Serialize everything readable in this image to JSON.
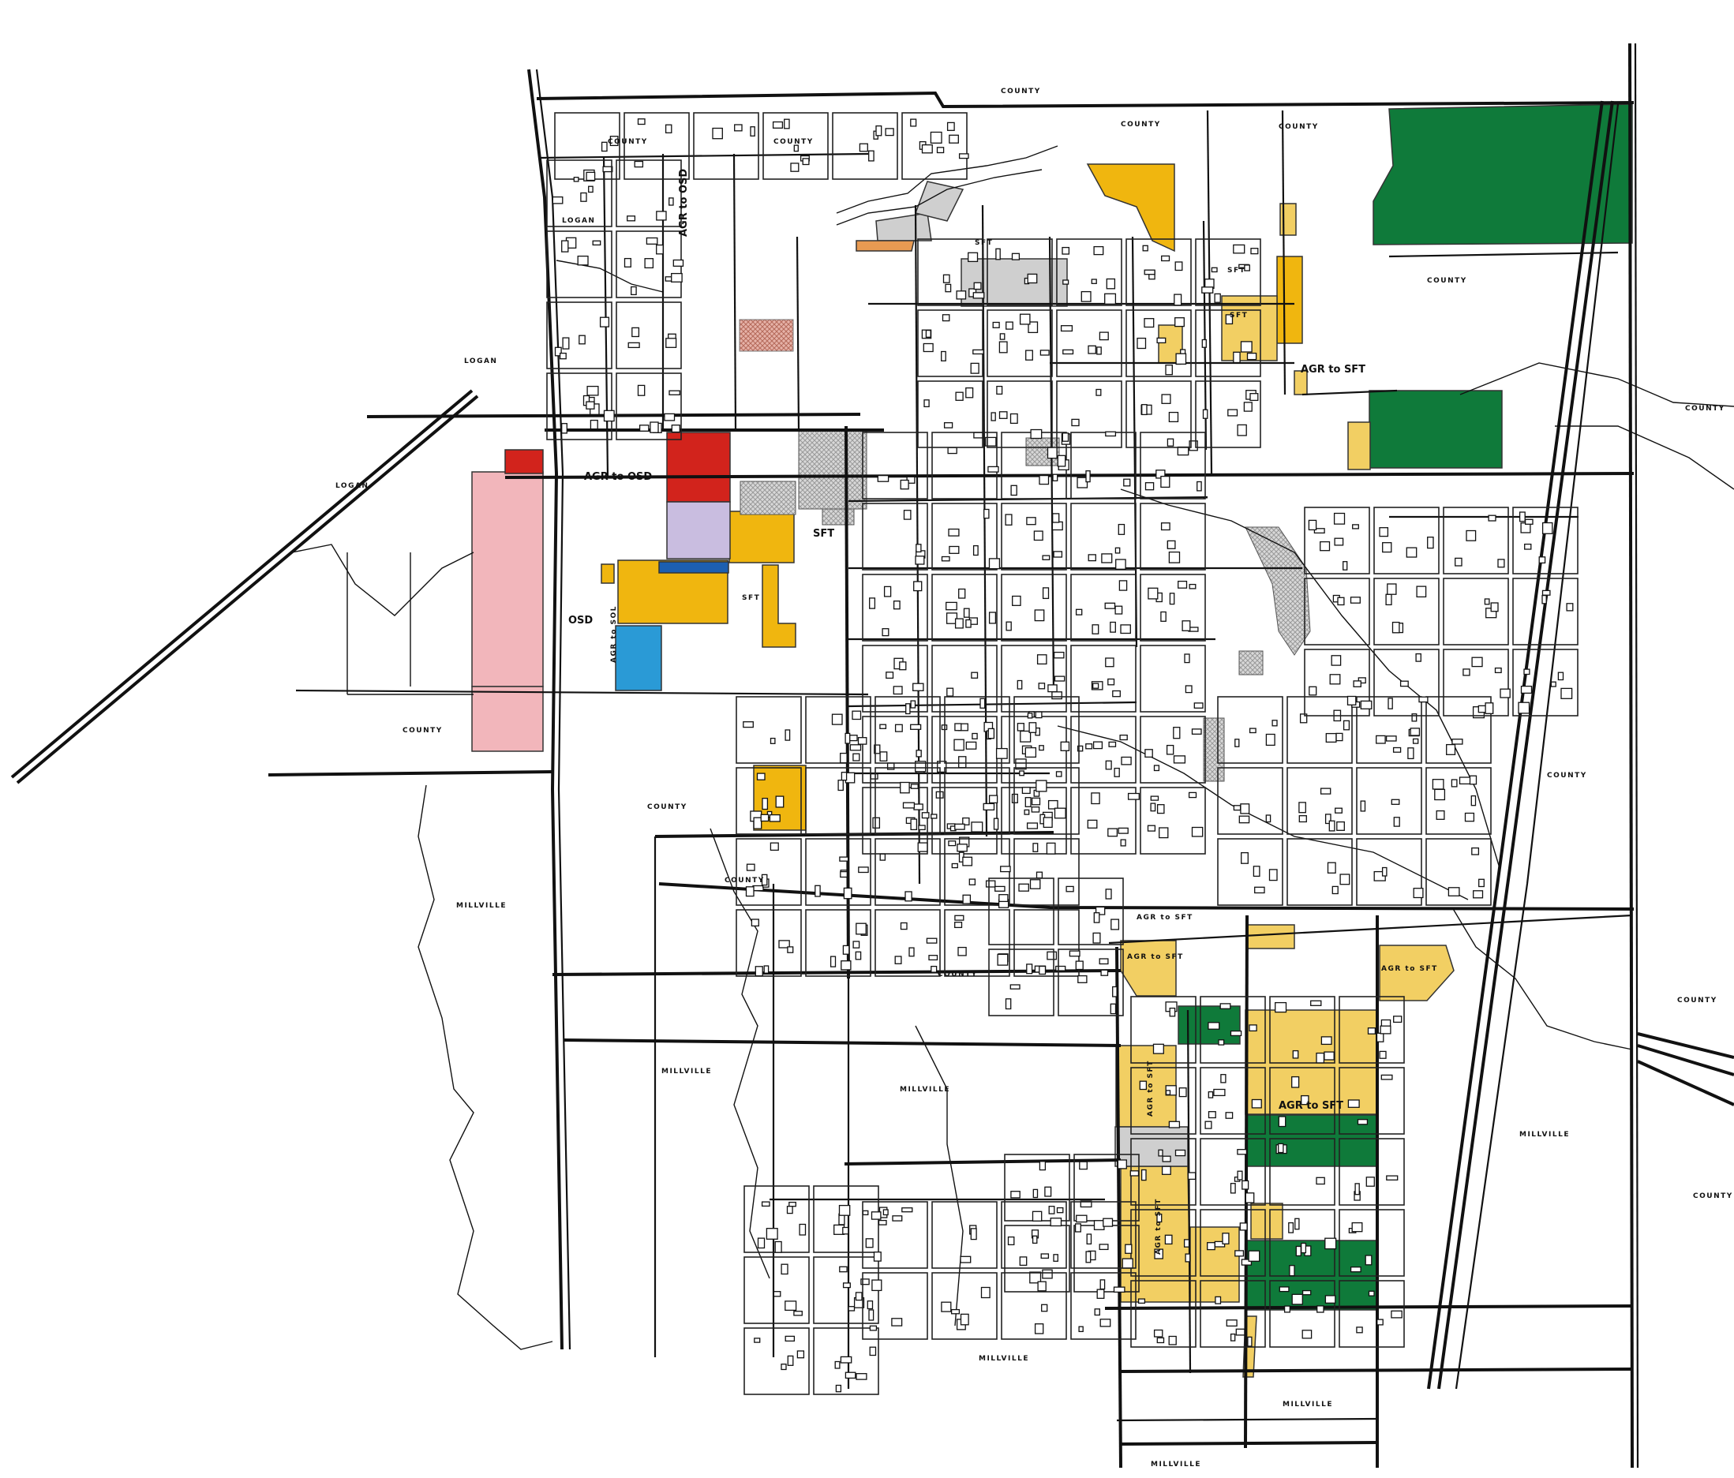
{
  "colors": {
    "green": "#0f7a3a",
    "yellow": "#f0b60f",
    "light_yellow": "#f2cf63",
    "pink": "#f2b6bb",
    "red": "#d2231c",
    "lavender": "#c9bde0",
    "blue": "#2a9ad6",
    "dark_blue": "#1c5fb0",
    "gray": "#cfcfcf",
    "orange": "#e89a52"
  },
  "labels": {
    "agr_to_osd_1": "AGR to OSD",
    "agr_to_osd_2": "AGR to OSD",
    "agr_to_sft_1": "AGR to SFT",
    "agr_to_sft_2": "AGR to SFT",
    "sft_1": "SFT",
    "sft_2": "SFT",
    "osd": "OSD",
    "sft_3": "SFT",
    "agr_sol": "AGR to SOL",
    "sft_4": "SFT",
    "sft_5": "SFT",
    "agr_sft_6": "AGR to SFT",
    "agr_sft_7": "AGR to SFT",
    "agr_sft_8": "AGR to SFT",
    "agr_sft_9": "AGR to SFT",
    "agr_sft_10": "AGR to SFT"
  },
  "places": {
    "logan_1": "LOGAN",
    "logan_2": "LOGAN",
    "logan_3": "LOGAN",
    "county_1": "COUNTY",
    "county_2": "COUNTY",
    "county_3": "COUNTY",
    "county_4": "COUNTY",
    "county_5": "COUNTY",
    "county_6": "COUNTY",
    "county_7": "COUNTY",
    "county_8": "COUNTY",
    "county_9": "COUNTY",
    "county_10": "COUNTY",
    "county_11": "COUNTY",
    "county_12": "COUNTY",
    "county_13": "COUNTY",
    "county_14": "COUNTY",
    "millville_1": "MILLVILLE",
    "millville_2": "MILLVILLE",
    "millville_3": "MILLVILLE",
    "millville_4": "MILLVILLE",
    "millville_5": "MILLVILLE",
    "millville_6": "MILLVILLE",
    "millville_7": "MILLVILLE"
  }
}
